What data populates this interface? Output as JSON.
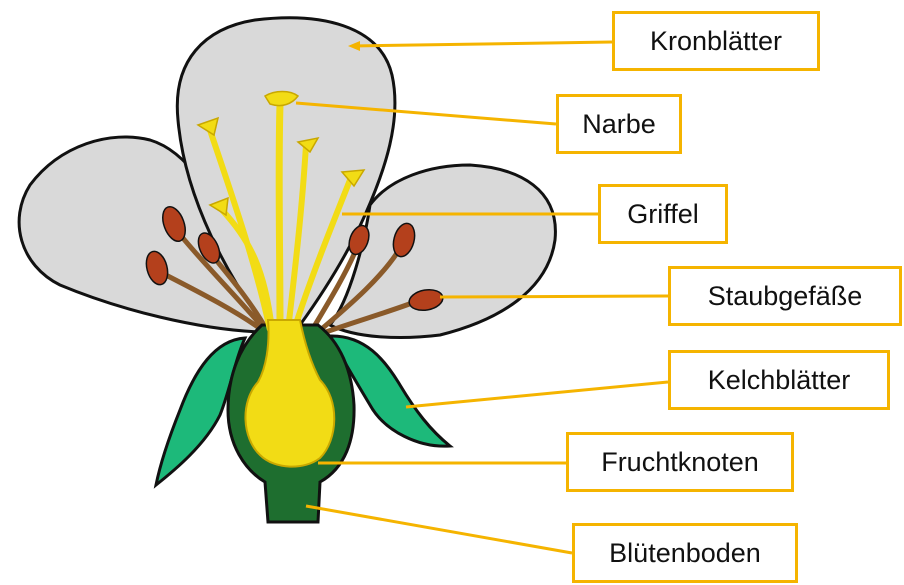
{
  "colors": {
    "petal_fill": "#d9d9d9",
    "outline": "#111111",
    "pistil_yellow": "#f2dc15",
    "pistil_stroke": "#c9a800",
    "sepal_green": "#1db97a",
    "receptacle_dark_green": "#1e6e2f",
    "anther_brown": "#b4401c",
    "filament_brown": "#8a5a2a",
    "leader_line": "#f5b400"
  },
  "labels": {
    "kronblaetter": "Kronblätter",
    "narbe": "Narbe",
    "griffel": "Griffel",
    "staubgefaesse": "Staubgefäße",
    "kelchblaetter": "Kelchblätter",
    "fruchtknoten": "Fruchtknoten",
    "bluetenboden": "Blütenboden"
  }
}
